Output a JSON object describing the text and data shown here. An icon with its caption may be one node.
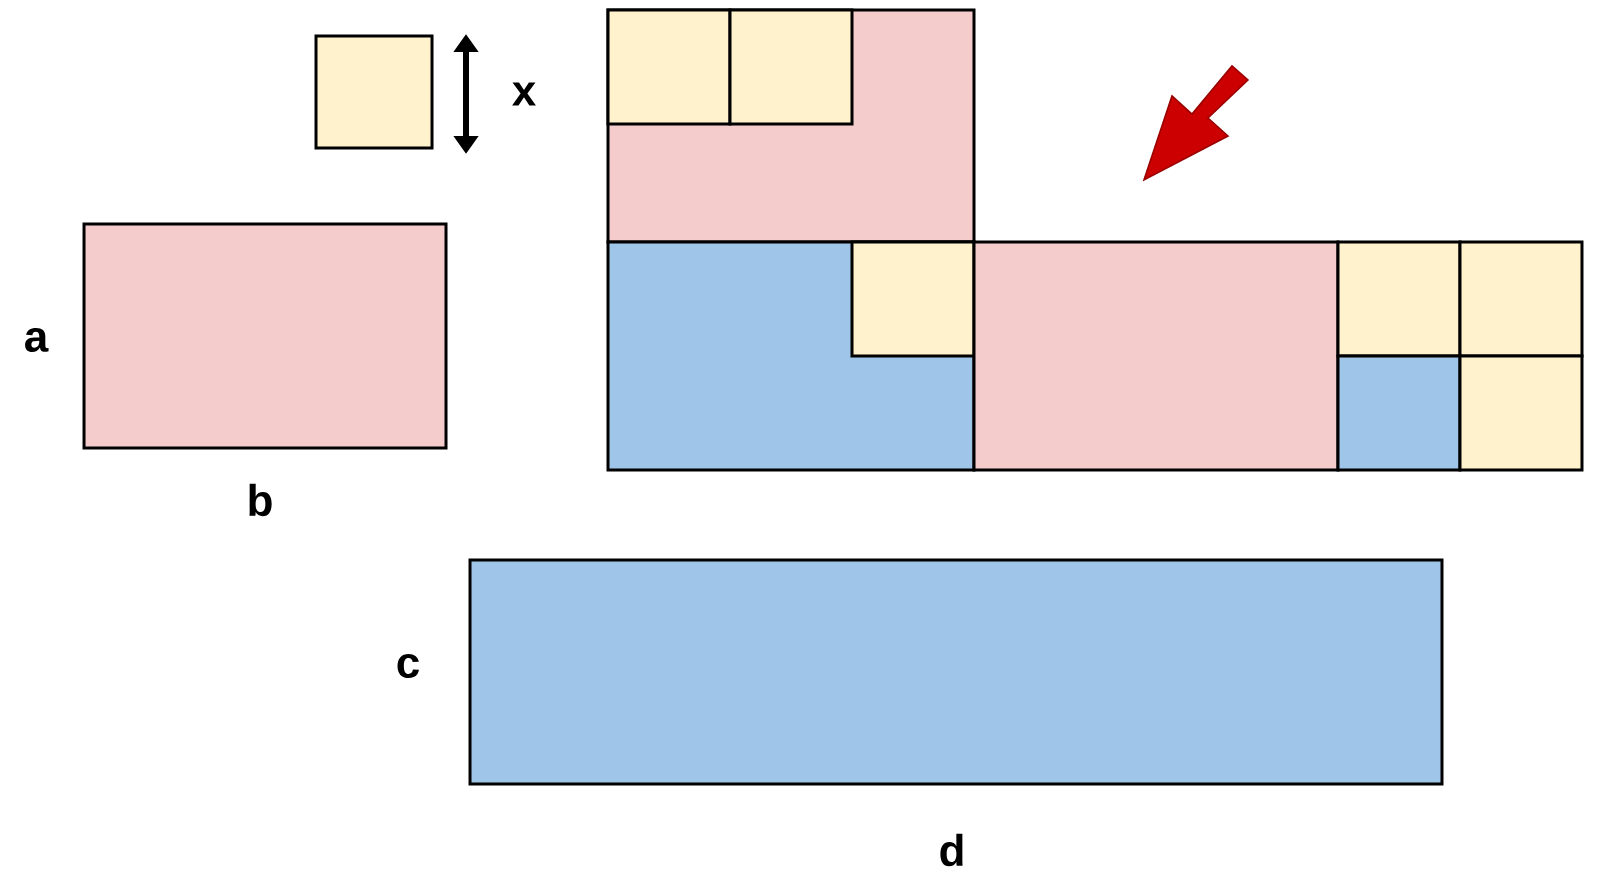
{
  "diagram": {
    "nodes": [
      {
        "text": [],
        "shape": "box",
        "beside": [
          "x"
        ]
      },
      {
        "text": [],
        "shape": "box",
        "beside": [
          "a",
          "b"
        ]
      },
      {
        "text": [],
        "shape": "box",
        "beside": [
          "c",
          "d"
        ]
      }
    ]
  }
}
